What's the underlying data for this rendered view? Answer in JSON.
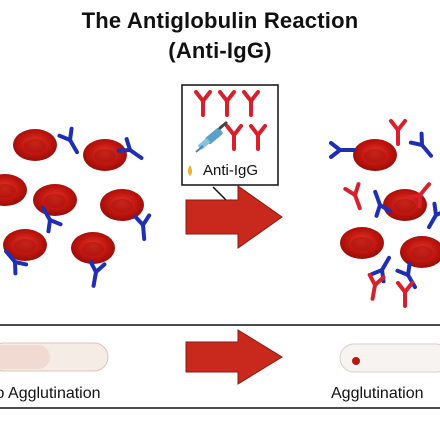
{
  "title": {
    "line1": "The Antiglobulin Reaction",
    "line2": "(Anti-IgG)"
  },
  "reagent_box": {
    "label": "Anti-IgG",
    "icon": "dropper-icon"
  },
  "panels": {
    "left_result": "No Agglutination",
    "right_result": "Agglutination"
  },
  "colors": {
    "rbc": "#c0160f",
    "igg": "#1e2fb4",
    "anti_igg": "#d8202c",
    "arrow": "#c9291c",
    "dropper_tip": "#5aa0c8",
    "drop": "#f0b020"
  }
}
